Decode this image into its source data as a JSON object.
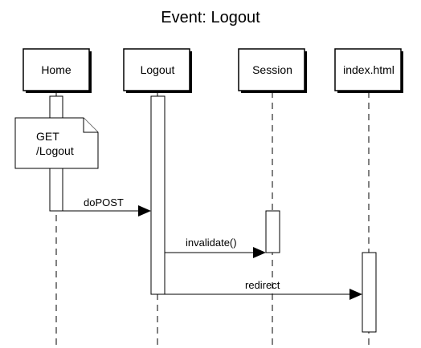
{
  "diagram": {
    "title": "Event: Logout",
    "participants": [
      {
        "id": "home",
        "label": "Home"
      },
      {
        "id": "logout",
        "label": "Logout"
      },
      {
        "id": "session",
        "label": "Session"
      },
      {
        "id": "index",
        "label": "index.html"
      }
    ],
    "note": {
      "line1": "GET",
      "line2": "/Logout"
    },
    "messages": [
      {
        "from": "home",
        "to": "logout",
        "label": "doPOST"
      },
      {
        "from": "logout",
        "to": "session",
        "label": "invalidate()"
      },
      {
        "from": "logout",
        "to": "index",
        "label": "redirect"
      }
    ]
  }
}
